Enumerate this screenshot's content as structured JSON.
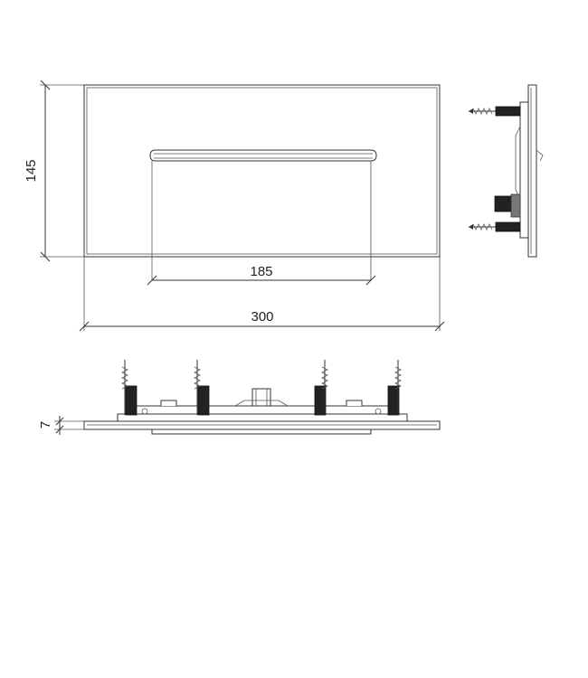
{
  "dimensions": {
    "height": "145",
    "width": "300",
    "inner_width": "185",
    "depth": "7"
  }
}
